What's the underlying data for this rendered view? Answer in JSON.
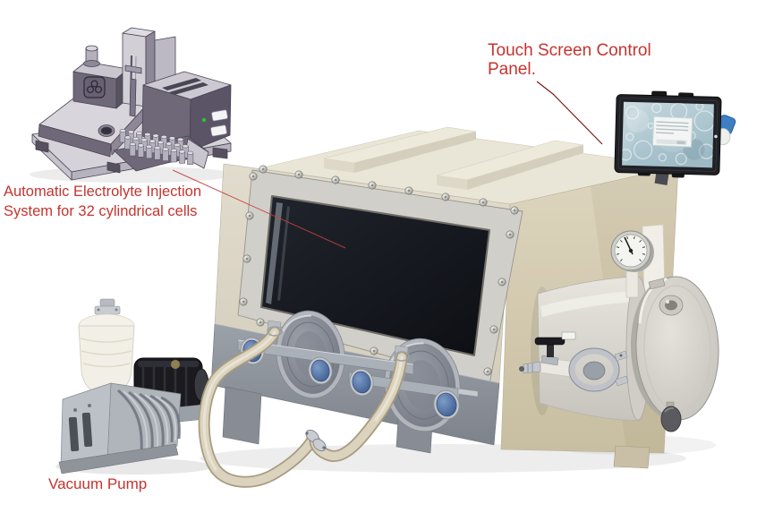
{
  "annotations": {
    "touch_screen": {
      "line1": "Touch Screen Control",
      "line2": "Panel."
    },
    "injection_system": {
      "line1": "Automatic Electrolyte Injection",
      "line2": "System for 32 cylindrical cells"
    },
    "vacuum_pump": {
      "label": "Vacuum Pump"
    }
  },
  "colors": {
    "annotation_text": "#c5342f",
    "leader_line_bright": "#c4403c",
    "leader_line_dark": "#7a1d1d",
    "glovebox_body_beige": "#dcd7c8",
    "glovebox_top_beige": "#eae6d7",
    "glovebox_side_tan": "#d5ccb3",
    "lower_panel_gray": "#8f949d",
    "window_glass_dark": "#14171e",
    "port_cap_blue": "#4f6fa0",
    "hose_cream": "#dbd3be",
    "touchscreen_blue": "#b7cdd5",
    "background": "#ffffff"
  }
}
